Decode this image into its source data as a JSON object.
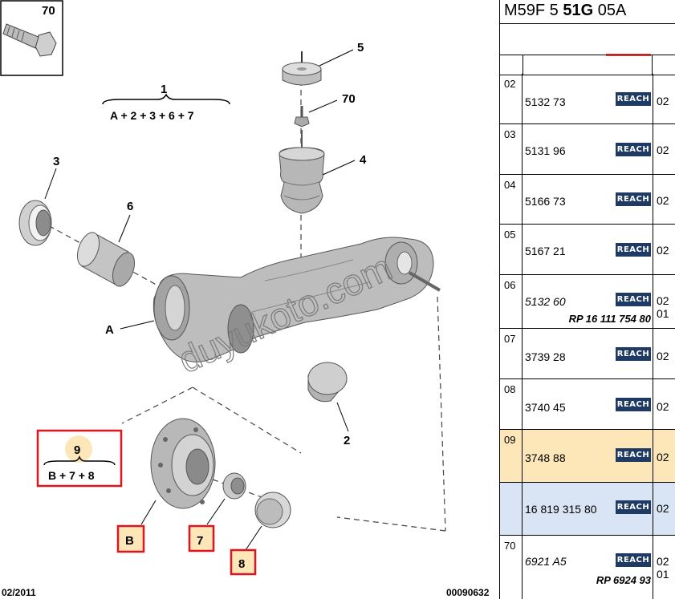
{
  "diagram": {
    "inset_part_number": "70",
    "callouts": {
      "c1": "1",
      "c2": "2",
      "c3": "3",
      "c4": "4",
      "c5": "5",
      "c6": "6",
      "c70": "70",
      "cA": "A",
      "cB": "B",
      "c7": "7",
      "c8": "8",
      "c9": "9"
    },
    "assembly_1_formula": "A + 2 + 3 + 6 + 7",
    "assembly_9_formula": "B + 7 + 8",
    "watermark": "duyukoto.com",
    "footer_date": "02/2011",
    "footer_code": "00090632",
    "colors": {
      "highlight_red": "#e0141e",
      "highlight_fill": "#fde6b8",
      "line_gray": "#333333"
    }
  },
  "panel": {
    "header_prefix": "M59F 5 ",
    "header_bold": "51G",
    "header_suffix": " 05A",
    "badge_label": "REACH",
    "badge_color": "#1f3a64",
    "rows": [
      {
        "index": "02",
        "ref": "5132 73",
        "qty": "02",
        "qty2": "",
        "rp": ""
      },
      {
        "index": "03",
        "ref": "5131 96",
        "qty": "02",
        "qty2": "",
        "rp": ""
      },
      {
        "index": "04",
        "ref": "5166 73",
        "qty": "02",
        "qty2": "",
        "rp": ""
      },
      {
        "index": "05",
        "ref": "5167 21",
        "qty": "02",
        "qty2": "",
        "rp": ""
      },
      {
        "index": "06",
        "ref": "5132 60",
        "qty": "02",
        "qty2": "01",
        "rp": "RP 16 111 754 80"
      },
      {
        "index": "07",
        "ref": "3739 28",
        "qty": "02",
        "qty2": "",
        "rp": ""
      },
      {
        "index": "08",
        "ref": "3740 45",
        "qty": "02",
        "qty2": "",
        "rp": ""
      },
      {
        "index": "09",
        "ref": "3748 88",
        "qty": "02",
        "qty2": "",
        "rp": ""
      },
      {
        "index": "",
        "ref": "16 819 315 80",
        "qty": "02",
        "qty2": "",
        "rp": ""
      },
      {
        "index": "70",
        "ref": "6921 A5",
        "qty": "02",
        "qty2": "01",
        "rp": "RP 6924 93"
      }
    ]
  }
}
